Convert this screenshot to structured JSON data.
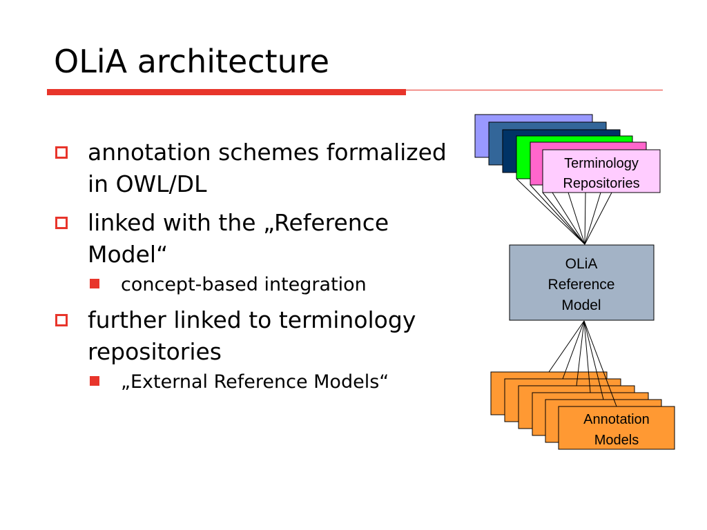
{
  "slide": {
    "title": "OLiA architecture",
    "bullets": [
      {
        "level": 1,
        "text": "annotation schemes formalized in OWL/DL"
      },
      {
        "level": 1,
        "text": "linked with the „Reference Model“"
      },
      {
        "level": 2,
        "text": "concept-based integration"
      },
      {
        "level": 1,
        "text": "further linked to terminology repositories"
      },
      {
        "level": 2,
        "text": "„External Reference Models“"
      }
    ]
  },
  "diagram": {
    "terminology": {
      "label_line1": "Terminology",
      "label_line2": "Repositories",
      "stack_colors": [
        "#9999ff",
        "#336699",
        "#003366",
        "#00ff00",
        "#ff66cc",
        "#ffccff"
      ]
    },
    "reference_model": {
      "label_line1": "OLiA",
      "label_line2": "Reference",
      "label_line3": "Model",
      "fill": "#a3b3c6"
    },
    "annotation": {
      "label_line1": "Annotation",
      "label_line2": "Models",
      "fill": "#ff9933"
    }
  }
}
